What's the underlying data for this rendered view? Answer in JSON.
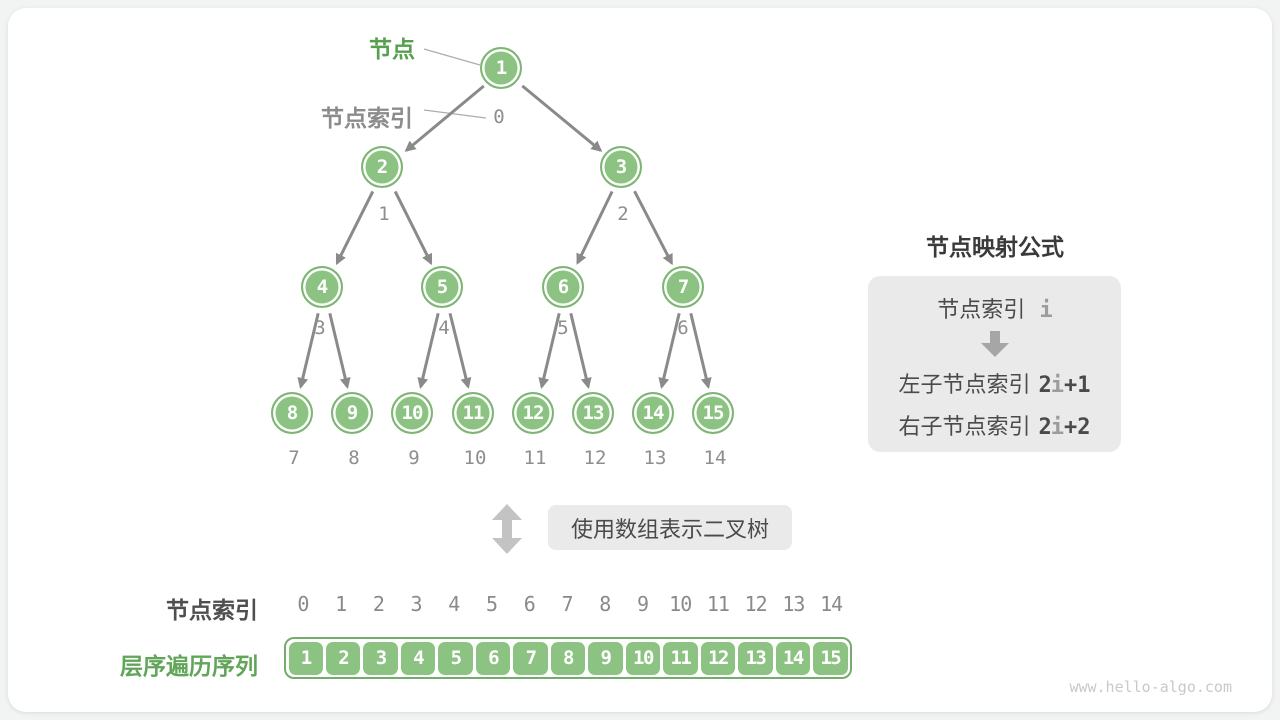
{
  "labels": {
    "node": "节点",
    "node_index_top": "节点索引",
    "bottom_index": "节点索引",
    "sequence": "层序遍历序列",
    "center_caption": "使用数组表示二叉树",
    "watermark": "www.hello-algo.com"
  },
  "formula": {
    "title": "节点映射公式",
    "input_label": "节点索引",
    "var": "i",
    "left_label": "左子节点索引",
    "left_coef": "2",
    "left_suffix": "+1",
    "right_label": "右子节点索引",
    "right_coef": "2",
    "right_suffix": "+2"
  },
  "tree": {
    "nodes": [
      {
        "value": "1",
        "index": "0"
      },
      {
        "value": "2",
        "index": "1"
      },
      {
        "value": "3",
        "index": "2"
      },
      {
        "value": "4",
        "index": "3"
      },
      {
        "value": "5",
        "index": "4"
      },
      {
        "value": "6",
        "index": "5"
      },
      {
        "value": "7",
        "index": "6"
      },
      {
        "value": "8",
        "index": "7"
      },
      {
        "value": "9",
        "index": "8"
      },
      {
        "value": "10",
        "index": "9"
      },
      {
        "value": "11",
        "index": "10"
      },
      {
        "value": "12",
        "index": "11"
      },
      {
        "value": "13",
        "index": "12"
      },
      {
        "value": "14",
        "index": "13"
      },
      {
        "value": "15",
        "index": "14"
      }
    ]
  },
  "array": {
    "indices": [
      "0",
      "1",
      "2",
      "3",
      "4",
      "5",
      "6",
      "7",
      "8",
      "9",
      "10",
      "11",
      "12",
      "13",
      "14"
    ],
    "cells": [
      "1",
      "2",
      "3",
      "4",
      "5",
      "6",
      "7",
      "8",
      "9",
      "10",
      "11",
      "12",
      "13",
      "14",
      "15"
    ]
  },
  "colors": {
    "node_fill": "#8CC382",
    "node_ring": "#7DB573",
    "label_green": "#54A04C",
    "sequence_green": "#61A559",
    "edge_gray": "#8A8A8A",
    "panel_bg": "#EAEAEA",
    "text_dark": "#4A4A4A",
    "index_gray": "#8E8E8E"
  }
}
